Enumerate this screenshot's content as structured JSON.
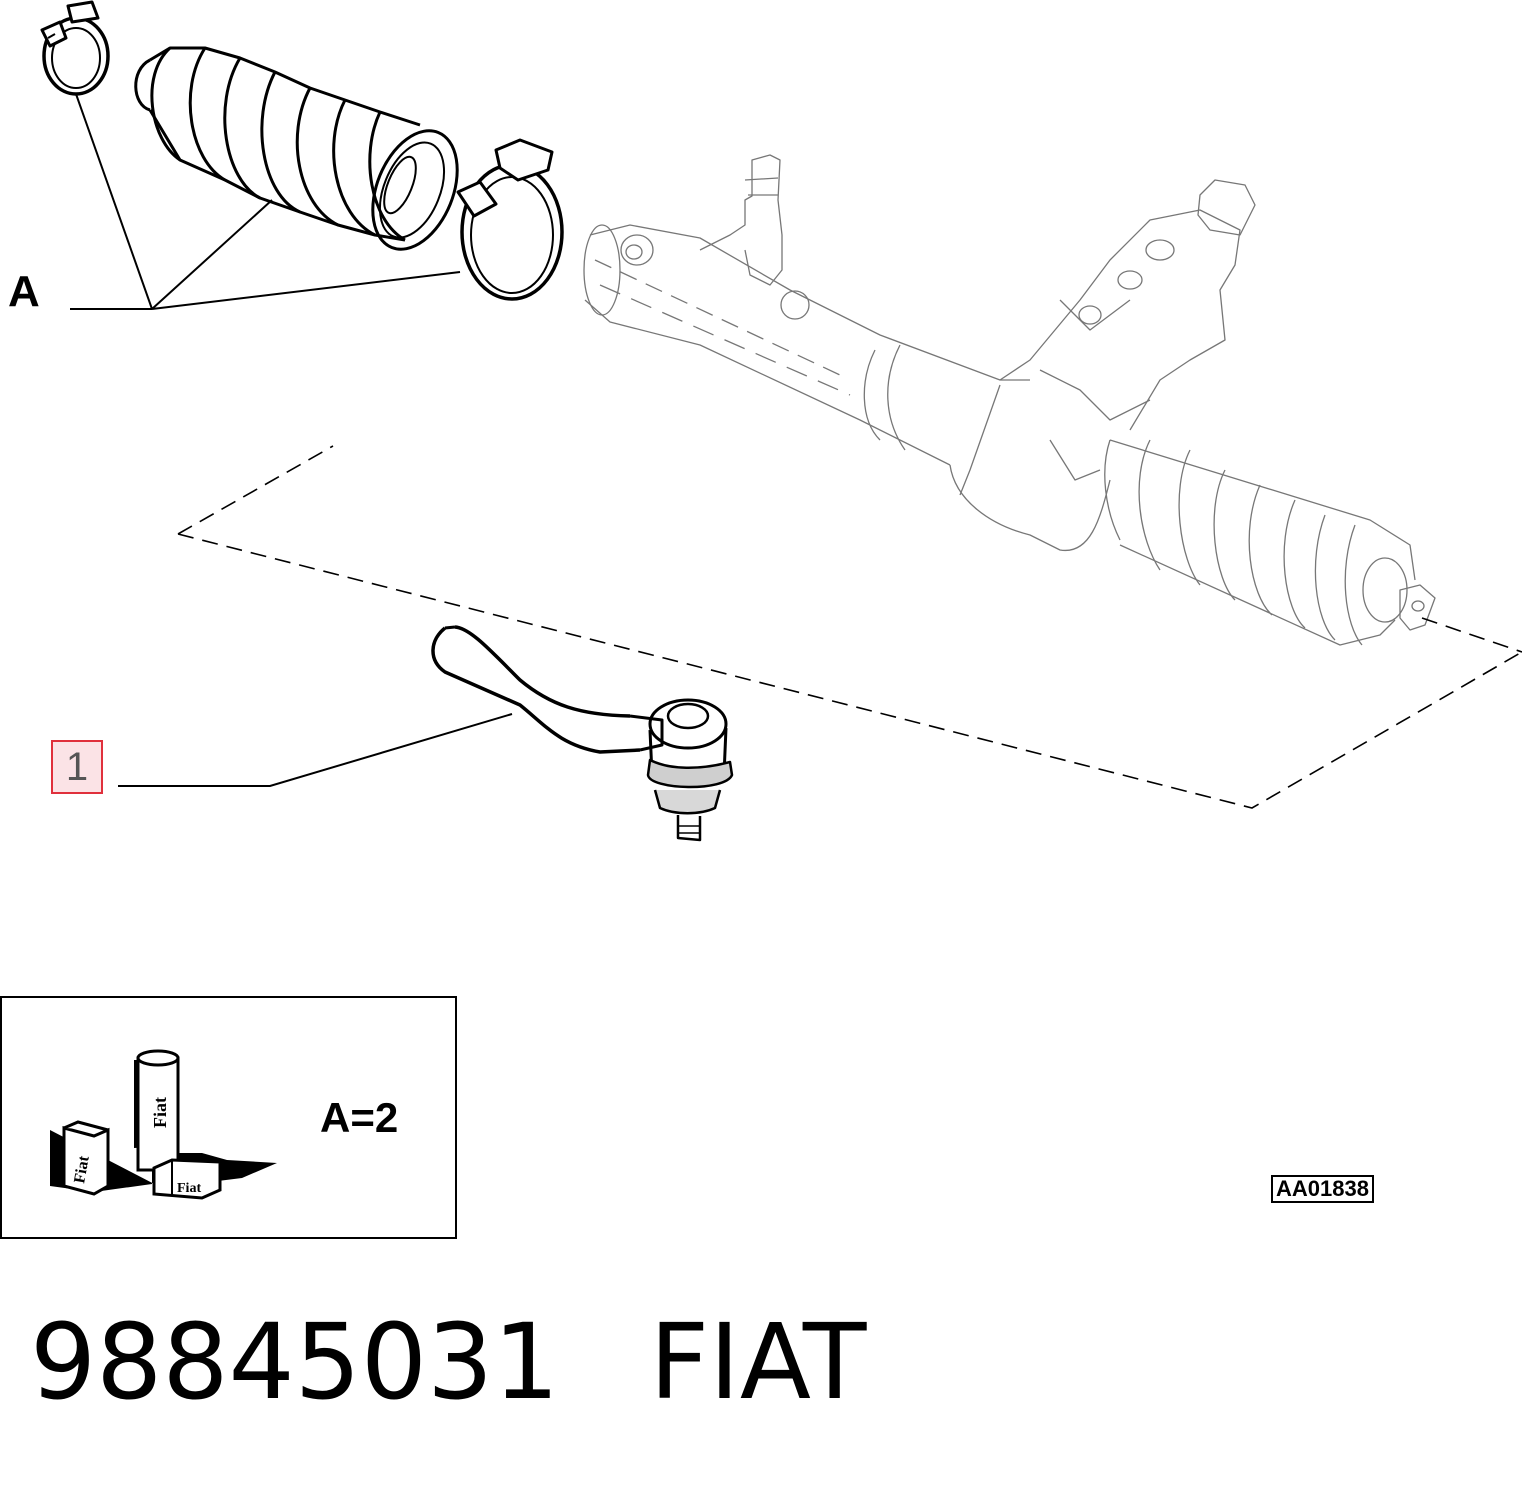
{
  "callouts": {
    "a_label": "A",
    "item_1_label": "1"
  },
  "legend": {
    "kit_quantity": "A=2",
    "icon": "fiat-parts-kit-icon",
    "icon_text": [
      "Fiat",
      "Fiat",
      "Fiat"
    ]
  },
  "drawing_reference": "AA01838",
  "part": {
    "number": "98845031",
    "brand": "FIAT"
  },
  "colors": {
    "callout_highlight_border": "#e0303c",
    "callout_highlight_fill": "#fbe3e6",
    "faded_assembly": "#777777"
  }
}
